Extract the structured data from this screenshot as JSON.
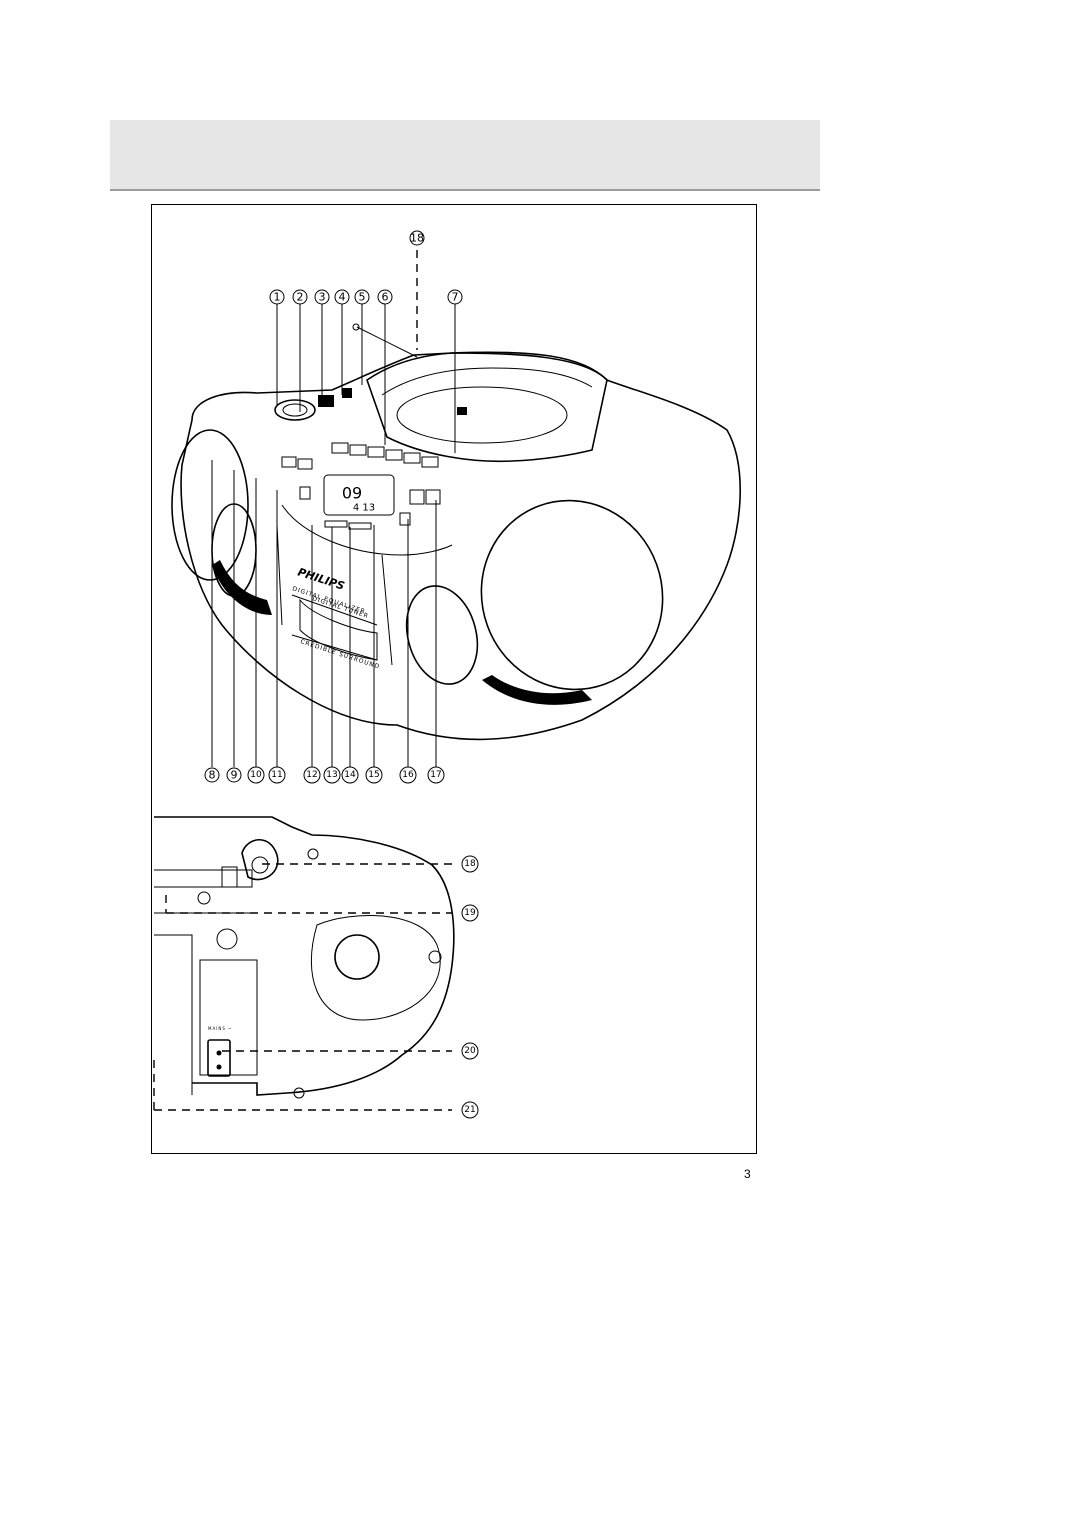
{
  "page": {
    "number": "3"
  },
  "callouts_top": [
    "1",
    "2",
    "3",
    "4",
    "5",
    "6",
    "7",
    "18"
  ],
  "callouts_bottom": [
    "8",
    "9",
    "10",
    "11",
    "12",
    "13",
    "14",
    "15",
    "16",
    "17"
  ],
  "callouts_rear": [
    "18",
    "19",
    "20",
    "21"
  ],
  "device_labels": {
    "brand": "PHILIPS",
    "equalizer": "DIGITAL EQUALIZER",
    "tuner": "DIGITAL TUNER",
    "surround": "CREDIBLE SURROUND",
    "display_digits": "09",
    "display_freq": "4 13",
    "mains": "MAINS ~"
  }
}
